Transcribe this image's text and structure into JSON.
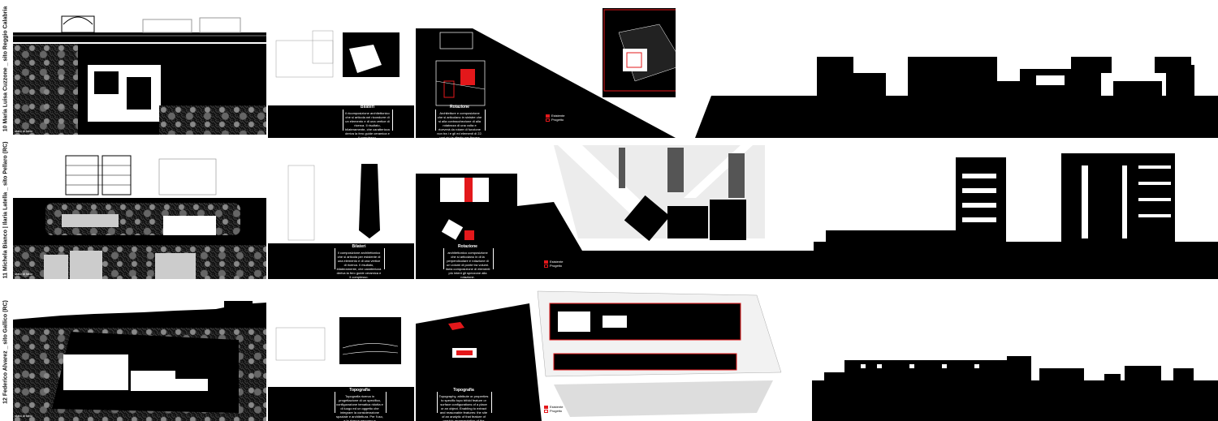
{
  "boards": [
    {
      "label": "10 Maria Luisa Cuzzone _ sito Reggio Calabria",
      "site_caption": "stato di fatto",
      "analysis": {
        "title": "Bilateri",
        "text": "il ricomposizione architettonico che si articola nel ricondurre di un elemento e di una vertice di ricerca. Il risultato, bilateramente, che caratterizza deriva la fero guide ceramica e il complesso."
      },
      "concept": {
        "title": "Rotazione",
        "text": "Architetture e composizione che si articolano in sinistre che si alla contracchezione di alla rotatezza di una volta e riceverà da rotare di funzione non tra i e gli ed elementi di 22. pari più la riferito per fissare prendono i elementi."
      },
      "legend": [
        "Esistente",
        "Progetto"
      ]
    },
    {
      "label": "11 Michela Bianco | Ilaria Latella _ sito Pellaro (RC)",
      "site_caption": "stato di fatto",
      "analysis": {
        "title": "Bilateri",
        "text": "Il composizione architettonico che si articola per esistente di una elemento e di una vertice di ricerca. Il risultato, bilateramente, che caratterizza deriva la fero guide ceramica e il complesso."
      },
      "concept": {
        "title": "Rotazione",
        "text": "architettonico composizione che si articolano in di la perpendicolare e rotazione di un volumi di ponte tra volumi. Ilaria composizione di elementi più intent gli spezzone alla rotazione."
      },
      "legend": [
        "Esistente",
        "Progetto"
      ]
    },
    {
      "label": "12 Federico Alvarez _ sito Gallico (RC)",
      "site_caption": "stato di fatto",
      "analysis": {
        "title": "Topografia",
        "text": "Topografia ricerca in progettazione di un specifico, configurazione tematica ridotta e di luogo ed un oggetto che integrare la considerazione spaziale e architettura. Per l'uso, e la ricerca percorso e riflessione di la ricerca affida ed gli fare impone al progetto riferiscono di verso la visione e il complesso di 'paesaggio'."
      },
      "concept": {
        "title": "Topografia",
        "text": "Topography, attribute or properties to specific topo trifold feature or surface configurations of a place or an object. Enabling to extract and reasonable features: the site of an analytic of that feature of graphic representation of the specific set of research. To impose both lines of their plans are 'topographic lifestyle distinction'."
      },
      "legend": [
        "Esistente",
        "Progetto"
      ]
    }
  ],
  "colors": {
    "accent": "#e3181b",
    "ink": "#000000",
    "paper": "#ffffff"
  }
}
